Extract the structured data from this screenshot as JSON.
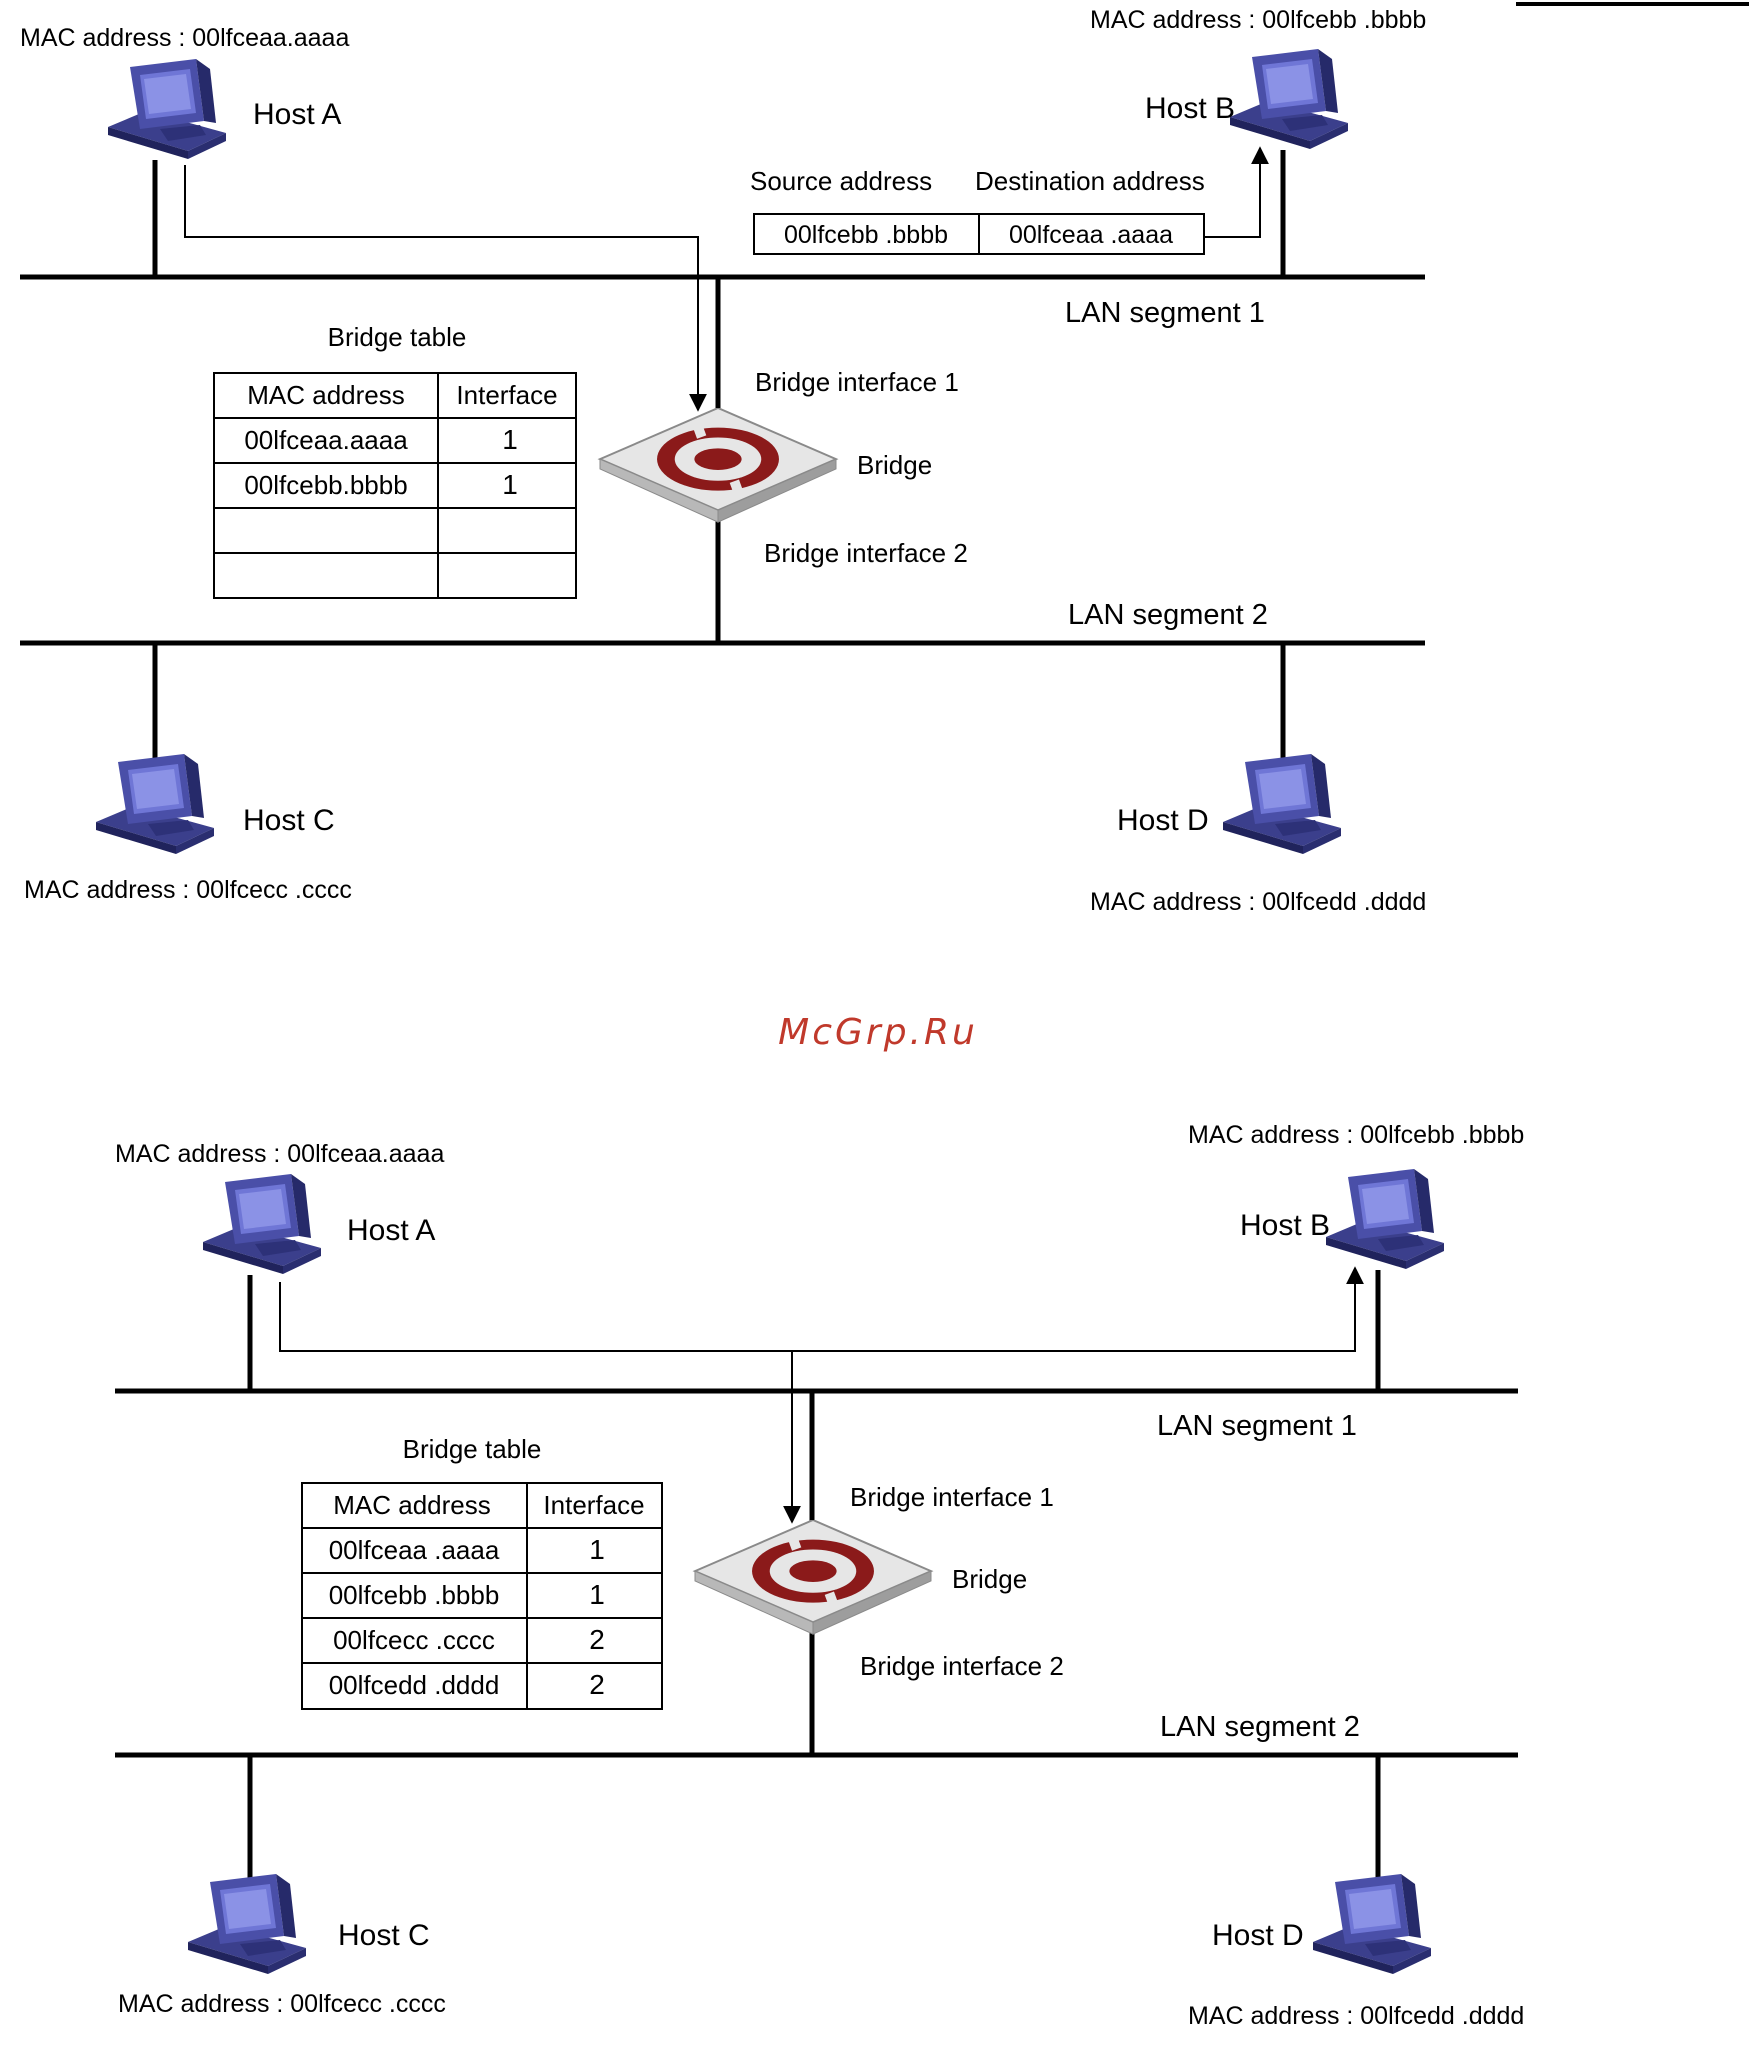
{
  "watermark": "McGrp.Ru",
  "diagrams": [
    {
      "hostA": {
        "name": "Host A",
        "mac": "MAC address : 00lfceaa.aaaa"
      },
      "hostB": {
        "name": "Host B",
        "mac": "MAC address :  00lfcebb .bbbb"
      },
      "hostC": {
        "name": "Host C",
        "mac": "MAC address :  00lfcecc .cccc"
      },
      "hostD": {
        "name": "Host D",
        "mac": "MAC address :  00lfcedd .dddd"
      },
      "segment1": "LAN segment 1",
      "segment2": "LAN segment 2",
      "bridge": "Bridge",
      "bridge_if1": "Bridge interface 1",
      "bridge_if2": "Bridge interface 2",
      "frame": {
        "source_label": "Source address",
        "dest_label": "Destination address",
        "source": "00lfcebb .bbbb",
        "dest": "00lfceaa .aaaa"
      },
      "table": {
        "title": "Bridge table",
        "headers": [
          "MAC address",
          "Interface"
        ],
        "rows": [
          [
            "00lfceaa.aaaa",
            "1"
          ],
          [
            "00lfcebb.bbbb",
            "1"
          ],
          [
            "",
            ""
          ],
          [
            "",
            ""
          ]
        ]
      }
    },
    {
      "hostA": {
        "name": "Host A",
        "mac": "MAC address : 00lfceaa.aaaa"
      },
      "hostB": {
        "name": "Host B",
        "mac": "MAC address :  00lfcebb .bbbb"
      },
      "hostC": {
        "name": "Host C",
        "mac": "MAC address :  00lfcecc .cccc"
      },
      "hostD": {
        "name": "Host D",
        "mac": "MAC address :  00lfcedd .dddd"
      },
      "segment1": "LAN segment 1",
      "segment2": "LAN segment 2",
      "bridge": "Bridge",
      "bridge_if1": "Bridge interface 1",
      "bridge_if2": "Bridge interface 2",
      "table": {
        "title": "Bridge table",
        "headers": [
          "MAC address",
          "Interface"
        ],
        "rows": [
          [
            "00lfceaa .aaaa",
            "1"
          ],
          [
            "00lfcebb .bbbb",
            "1"
          ],
          [
            "00lfcecc .cccc",
            "2"
          ],
          [
            "00lfcedd .dddd",
            "2"
          ]
        ]
      }
    }
  ]
}
